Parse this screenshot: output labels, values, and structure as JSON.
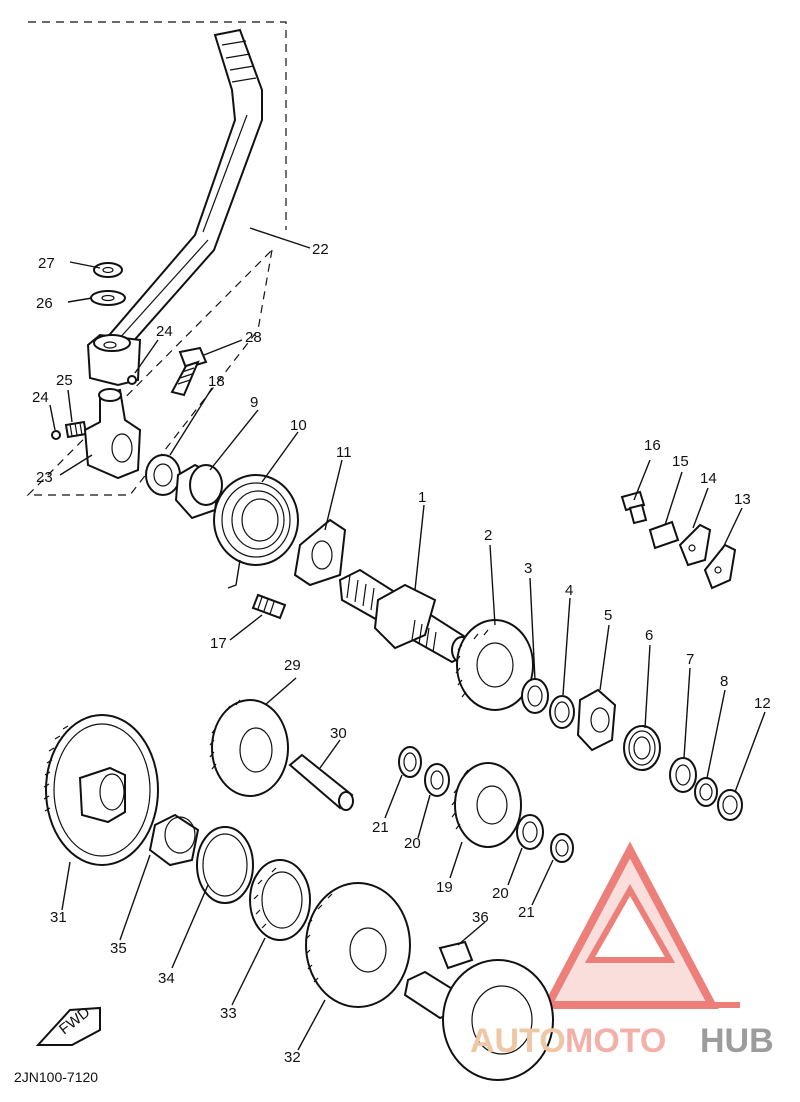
{
  "diagram_code": "2JN100-7120",
  "fwd_label": "FWD",
  "watermark": {
    "part1": "AUTO",
    "part2": "MOTO",
    "part3": "HUB"
  },
  "colors": {
    "watermark_red": "#e8554e",
    "watermark_orange": "#f0a060",
    "watermark_gray": "#888888"
  },
  "callouts": {
    "n1": "1",
    "n2": "2",
    "n3": "3",
    "n4": "4",
    "n5": "5",
    "n6": "6",
    "n7": "7",
    "n8": "8",
    "n9": "9",
    "n10": "10",
    "n11": "11",
    "n12": "12",
    "n13": "13",
    "n14": "14",
    "n15": "15",
    "n16": "16",
    "n17": "17",
    "n18": "18",
    "n19": "19",
    "n20a": "20",
    "n20b": "20",
    "n21a": "21",
    "n21b": "21",
    "n22": "22",
    "n23": "23",
    "n24a": "24",
    "n24b": "24",
    "n25": "25",
    "n26": "26",
    "n27": "27",
    "n28": "28",
    "n29": "29",
    "n30": "30",
    "n31": "31",
    "n32": "32",
    "n33": "33",
    "n34": "34",
    "n35": "35",
    "n36": "36"
  }
}
